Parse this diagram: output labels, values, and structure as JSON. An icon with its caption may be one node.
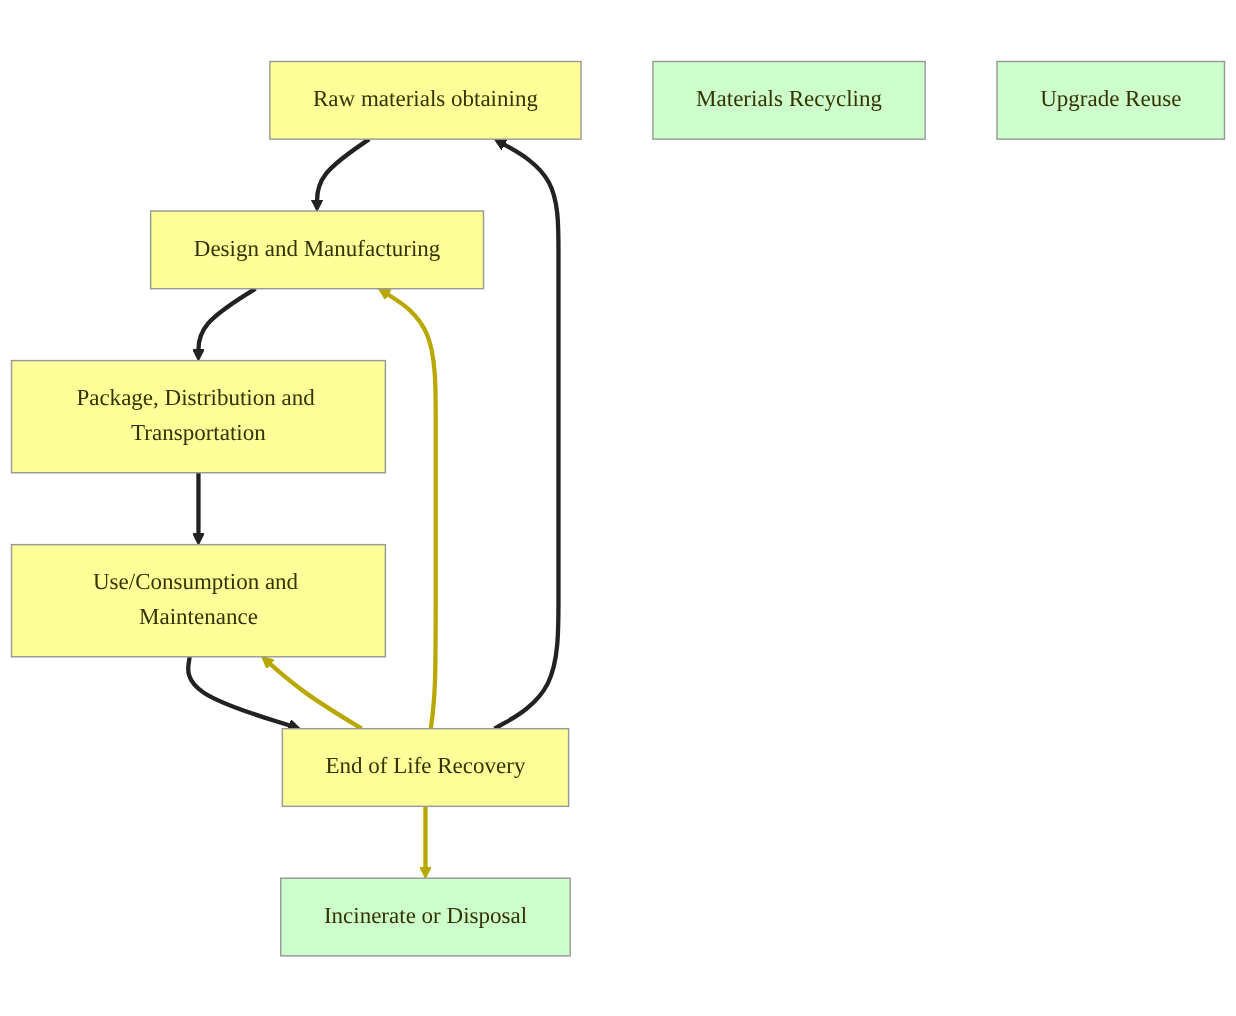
{
  "diagram": {
    "nodes": [
      {
        "text": [
          "Incinerate or Disposal"
        ]
      },
      {
        "text": [
          "Raw materials obtaining"
        ]
      },
      {
        "text": [
          "End of Life Recovery"
        ]
      },
      {
        "text": [
          "Design and Manufacturing"
        ]
      },
      {
        "text": [
          "Materials Recycling"
        ]
      },
      {
        "text": [
          "Upgrade Reuse"
        ]
      },
      {
        "text": [
          "Use/Consumption and Maintenance"
        ]
      },
      {
        "text": [
          "Package, Distribution and Transportation"
        ]
      }
    ],
    "edges": [
      {
        "from": 1,
        "to": 3,
        "arrow": "to"
      },
      {
        "from": 3,
        "to": 7,
        "arrow": "to"
      },
      {
        "from": 7,
        "to": 6,
        "arrow": "to"
      },
      {
        "from": 6,
        "to": 2,
        "arrow": "to"
      },
      {
        "from": 2,
        "to": 1,
        "arrow": "to"
      },
      {
        "from": 2,
        "to": 0,
        "arrow": "to",
        "color": "#b8a800"
      },
      {
        "from": 2,
        "to": 3,
        "arrow": "to",
        "color": "#b8a800"
      },
      {
        "from": 2,
        "to": 6,
        "arrow": "to",
        "color": "#b8a800"
      }
    ]
  }
}
